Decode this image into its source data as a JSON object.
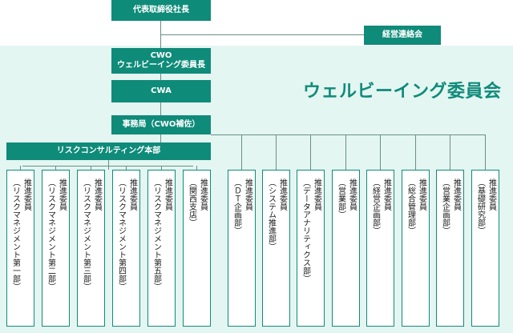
{
  "org": {
    "president": "代表取締役社長",
    "management_council": "経営連絡会",
    "cwo_line1": "CWO",
    "cwo_line2": "ウェルビーイング委員長",
    "cwa": "CWA",
    "secretariat": "事務局（CWO補佐）",
    "risk_hq": "リスクコンサルティング本部",
    "committee_title": "ウェルビーイング委員会"
  },
  "members": [
    {
      "text": "推進委員\n（リスクマネジメント第一部）"
    },
    {
      "text": "推進委員\n（リスクマネジメント第二部）"
    },
    {
      "text": "推進委員\n（リスクマネジメント第三部）"
    },
    {
      "text": "推進委員\n（リスクマネジメント第四部）"
    },
    {
      "text": "推進委員\n（リスクマネジメント第五部）"
    },
    {
      "text": "推進委員\n（関西支店）"
    },
    {
      "text": "推進委員\n（ＤＴ企画部）"
    },
    {
      "text": "推進委員\n（システム推進部）"
    },
    {
      "text": "推進委員\n（データアナリティクス部）"
    },
    {
      "text": "推進委員\n（営業部）"
    },
    {
      "text": "推進委員\n（経営企画部）"
    },
    {
      "text": "推進委員\n（総合管理部）"
    },
    {
      "text": "推進委員\n（営業企画部）"
    },
    {
      "text": "推進委員\n（基礎研究部）"
    }
  ],
  "colors": {
    "accent": "#0f8b7a",
    "panel": "#e4f6f1",
    "line": "#6a8f88"
  }
}
